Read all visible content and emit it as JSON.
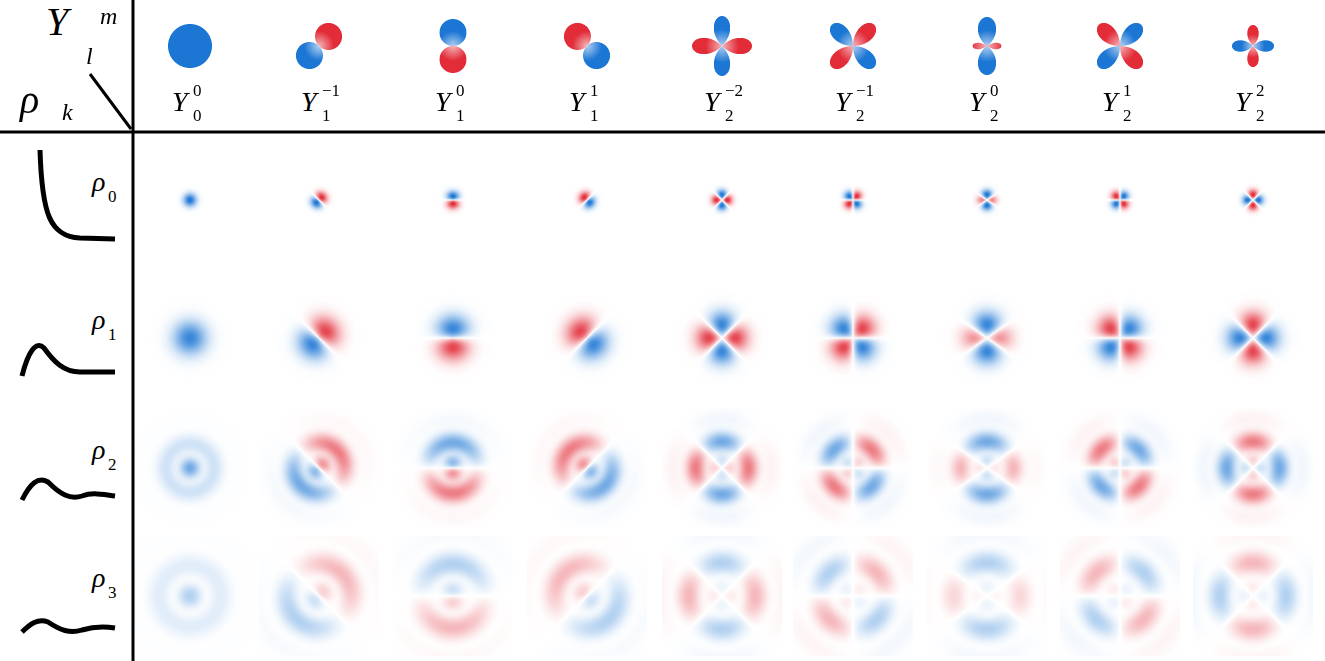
{
  "diagram": {
    "labels": [
      "Y",
      "m",
      "l",
      "ρ",
      "k",
      "Y",
      "0",
      "0",
      "Y",
      "−1",
      "1",
      "Y",
      "0",
      "1",
      "Y",
      "1",
      "1",
      "Y",
      "−2",
      "2",
      "Y",
      "−1",
      "2",
      "Y",
      "0",
      "2",
      "Y",
      "1",
      "2",
      "Y",
      "2",
      "2",
      "ρ",
      "0",
      "ρ",
      "1",
      "ρ",
      "2",
      "ρ",
      "3"
    ]
  }
}
